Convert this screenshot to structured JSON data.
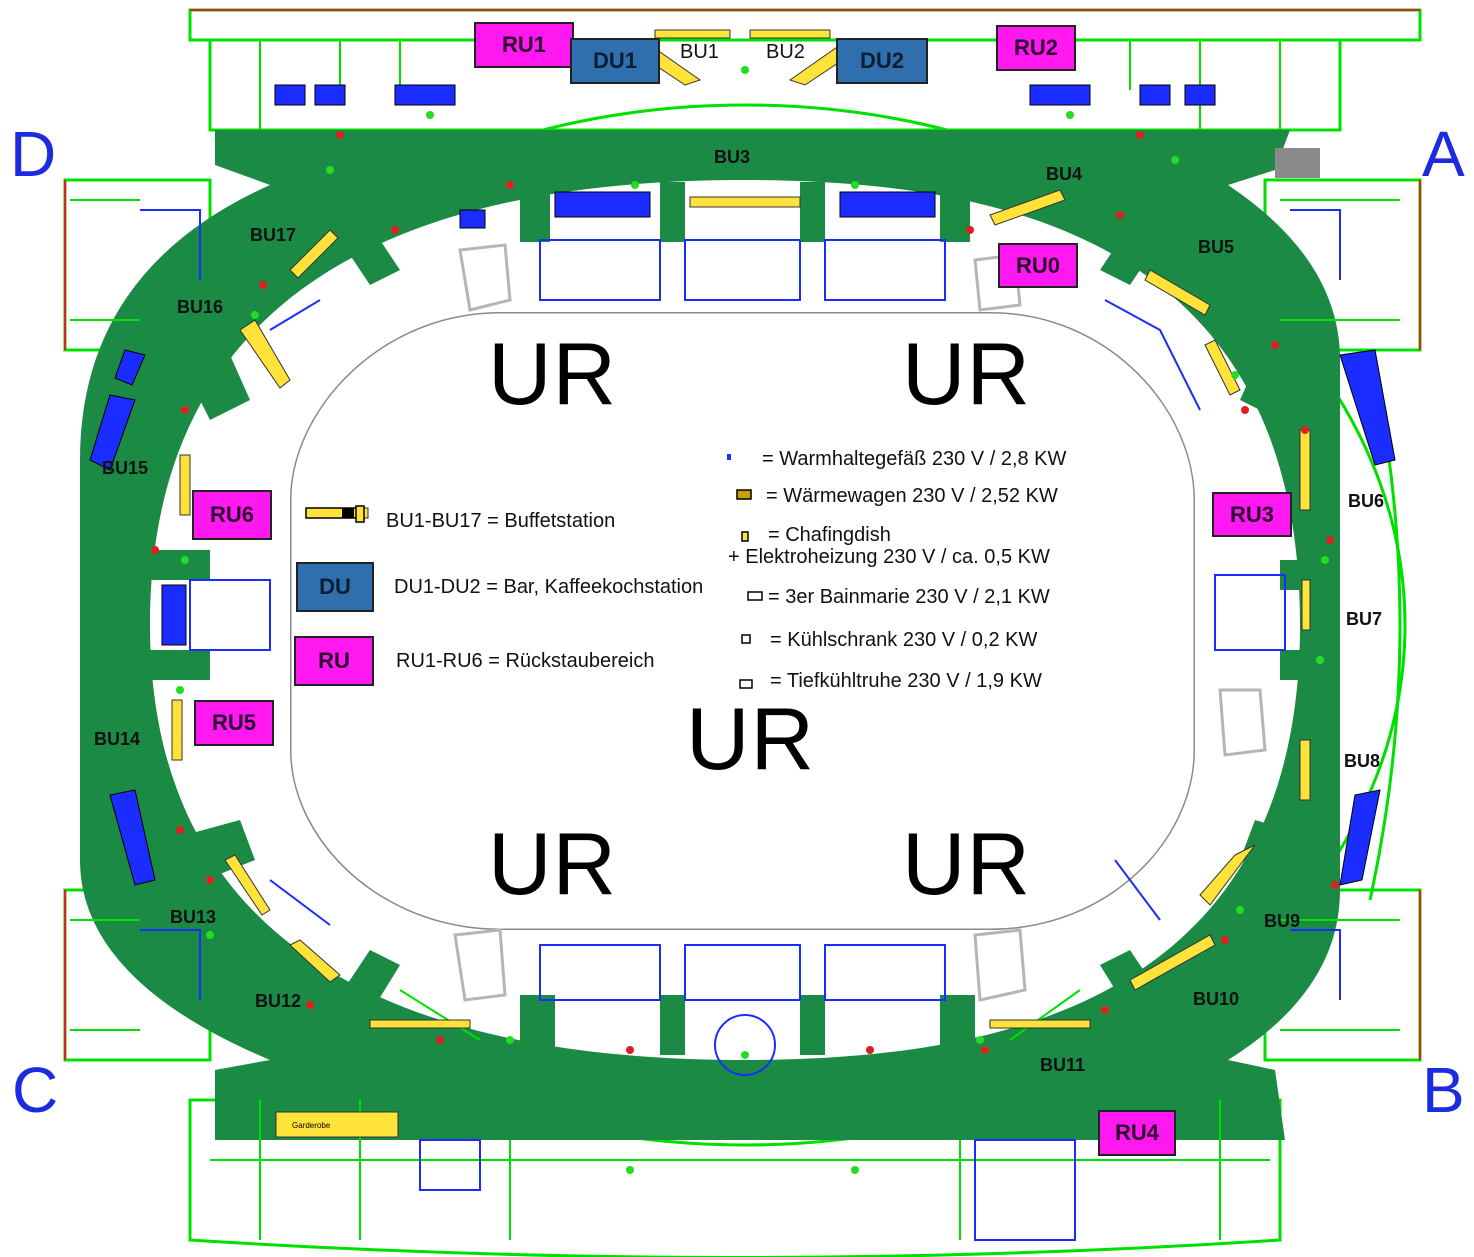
{
  "corners": {
    "d": "D",
    "a": "A",
    "c": "C",
    "b": "B"
  },
  "ur_labels": [
    "UR",
    "UR",
    "UR",
    "UR",
    "UR"
  ],
  "buffet_labels": [
    "BU1",
    "BU2",
    "BU3",
    "BU4",
    "BU5",
    "BU6",
    "BU7",
    "BU8",
    "BU9",
    "BU10",
    "BU11",
    "BU12",
    "BU13",
    "BU14",
    "BU15",
    "BU16",
    "BU17"
  ],
  "ru_boxes": [
    "RU1",
    "RU2",
    "RU0",
    "RU3",
    "RU4",
    "RU5",
    "RU6"
  ],
  "du_boxes": [
    "DU1",
    "DU2"
  ],
  "legend": {
    "bu_text": "BU1-BU17 = Buffetstation",
    "du_box": "DU",
    "du_text": "DU1-DU2 = Bar, Kaffeekochstation",
    "ru_box": "RU",
    "ru_text": "RU1-RU6 = Rückstaubereich"
  },
  "equipment": [
    "= Warmhaltegefäß 230 V / 2,8 KW",
    "= Wärmewagen 230 V / 2,52 KW",
    "= Chafingdish",
    "+ Elektroheizung 230 V / ca. 0,5 KW",
    "= 3er Bainmarie 230 V / 2,1 KW",
    "= Kühlschrank 230 V / 0,2 KW",
    "= Tiefkühltruhe 230 V / 1,9 KW"
  ],
  "small_labels": {
    "garderobe": "Garderobe"
  },
  "colors": {
    "corridor": "#1a8a45",
    "walls": "#00e000",
    "ru": "#ff19f0",
    "du": "#2f6fad",
    "equipment": "#1a2cff",
    "buffet": "#ffe23a",
    "corner_letters": "#1d2be0"
  }
}
